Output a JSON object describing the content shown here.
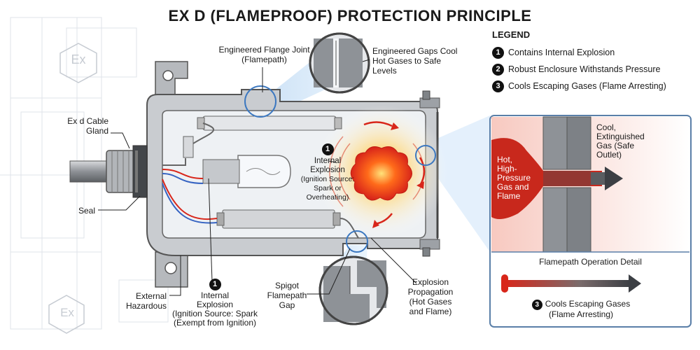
{
  "title": "EX D (FLAMEPROOF) PROTECTION PRINCIPLE",
  "legend": {
    "title": "LEGEND",
    "items": [
      {
        "num": "1",
        "text": "Contains Internal Explosion"
      },
      {
        "num": "2",
        "text": "Robust Enclosure Withstands Pressure"
      },
      {
        "num": "3",
        "text": "Cools Escaping Gases (Flame Arresting)"
      }
    ]
  },
  "watermark": {
    "ex_symbol": "Ex"
  },
  "labels": {
    "flange_joint": [
      "Engineered Flange Joint",
      "(Flamepath)"
    ],
    "gaps_cool": [
      "Engineered Gaps Cool",
      "Hot Gases to Safe",
      "Levels"
    ],
    "cable_gland": [
      "Ex d Cable",
      "Gland"
    ],
    "seal": "Seal",
    "internal_explosion_num": "1",
    "internal_explosion": [
      "Internal",
      "Explosion",
      "(Ignition Source:",
      "Spark or",
      "Overheating)"
    ],
    "external_hazardous": [
      "External",
      "Hazardous"
    ],
    "bottom_internal_num": "1",
    "bottom_internal": [
      "Internal",
      "Explosion",
      "(Ignition Source: Spark",
      "(Exempt from Ignition)"
    ],
    "spigot": [
      "Spigot",
      "Flamepath",
      "Gap"
    ],
    "propagation": [
      "Explosion",
      "Propagation",
      "(Hot Gases",
      "and Flame)"
    ]
  },
  "detail": {
    "hot_gas": [
      "Hot,",
      "High-",
      "Pressure",
      "Gas and",
      "Flame"
    ],
    "cool_gas": [
      "Cool,",
      "Extinguished",
      "Gas (Safe",
      "Outlet)"
    ],
    "operation_title": "Flamepath Operation Detail",
    "footer_num": "3",
    "footer": [
      "Cools Escaping Gases",
      "(Flame Arresting)"
    ]
  },
  "colors": {
    "outline": "#555555",
    "enclosure_fill": "#c9ccd0",
    "hot": "#d8261a",
    "glow": "#ff7a1a",
    "detail_border": "#5a7fa8",
    "arrow": "#3c3f44"
  }
}
